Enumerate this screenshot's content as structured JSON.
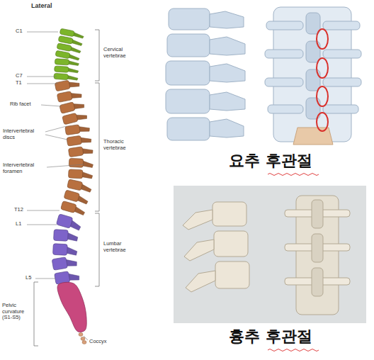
{
  "diagram": {
    "labels": [
      "Lateral",
      "C1",
      "C7",
      "T1",
      "Rib facet",
      "Intervertebral discs",
      "Intervertebral foramen",
      "T12",
      "L1",
      "L5",
      "Pelvic curvature (S1-S5)",
      "Coccyx",
      "Cervical vertebrae",
      "Thoracic vertebrae",
      "Lumbar vertebrae",
      "요추 후관절",
      "흉추 후관절"
    ]
  }
}
